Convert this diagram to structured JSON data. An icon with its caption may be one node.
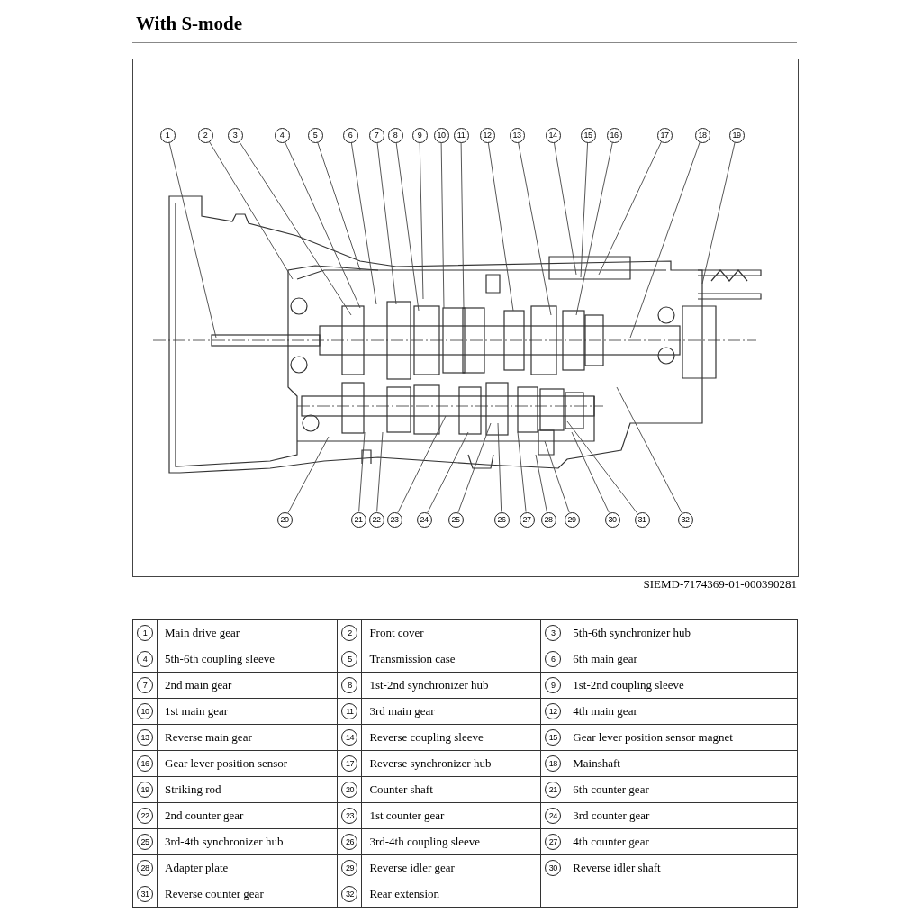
{
  "diagram": {
    "title": "With S-mode",
    "nodes": [
      {
        "text": [
          "1"
        ]
      },
      {
        "text": [
          "2"
        ]
      },
      {
        "text": [
          "3"
        ]
      },
      {
        "text": [
          "4"
        ]
      },
      {
        "text": [
          "5"
        ]
      },
      {
        "text": [
          "6"
        ]
      },
      {
        "text": [
          "7"
        ]
      },
      {
        "text": [
          "8"
        ]
      },
      {
        "text": [
          "9"
        ]
      },
      {
        "text": [
          "10"
        ]
      },
      {
        "text": [
          "11"
        ]
      },
      {
        "text": [
          "12"
        ]
      },
      {
        "text": [
          "13"
        ]
      },
      {
        "text": [
          "14"
        ]
      },
      {
        "text": [
          "15"
        ]
      },
      {
        "text": [
          "16"
        ]
      },
      {
        "text": [
          "17"
        ]
      },
      {
        "text": [
          "18"
        ]
      },
      {
        "text": [
          "19"
        ]
      },
      {
        "text": [
          "20"
        ]
      },
      {
        "text": [
          "21"
        ]
      },
      {
        "text": [
          "22"
        ]
      },
      {
        "text": [
          "23"
        ]
      },
      {
        "text": [
          "24"
        ]
      },
      {
        "text": [
          "25"
        ]
      },
      {
        "text": [
          "26"
        ]
      },
      {
        "text": [
          "27"
        ]
      },
      {
        "text": [
          "28"
        ]
      },
      {
        "text": [
          "29"
        ]
      },
      {
        "text": [
          "30"
        ]
      },
      {
        "text": [
          "31"
        ]
      },
      {
        "text": [
          "32"
        ]
      }
    ],
    "edges": [
      {
        "from": 0,
        "to": null,
        "arrow": "none"
      },
      {
        "from": 1,
        "to": null,
        "arrow": "none"
      },
      {
        "from": 2,
        "to": null,
        "arrow": "none"
      },
      {
        "from": 3,
        "to": null,
        "arrow": "none"
      },
      {
        "from": 4,
        "to": null,
        "arrow": "none"
      },
      {
        "from": 5,
        "to": null,
        "arrow": "none"
      },
      {
        "from": 6,
        "to": null,
        "arrow": "none"
      },
      {
        "from": 7,
        "to": null,
        "arrow": "none"
      },
      {
        "from": 8,
        "to": null,
        "arrow": "none"
      },
      {
        "from": 9,
        "to": null,
        "arrow": "none"
      },
      {
        "from": 10,
        "to": null,
        "arrow": "none"
      },
      {
        "from": 11,
        "to": null,
        "arrow": "none"
      },
      {
        "from": 12,
        "to": null,
        "arrow": "none"
      },
      {
        "from": 13,
        "to": null,
        "arrow": "none"
      },
      {
        "from": 14,
        "to": null,
        "arrow": "none"
      },
      {
        "from": 15,
        "to": null,
        "arrow": "none"
      },
      {
        "from": 16,
        "to": null,
        "arrow": "none"
      },
      {
        "from": 17,
        "to": null,
        "arrow": "none"
      },
      {
        "from": 18,
        "to": null,
        "arrow": "none"
      },
      {
        "from": 19,
        "to": null,
        "arrow": "none"
      },
      {
        "from": 20,
        "to": null,
        "arrow": "none"
      },
      {
        "from": 21,
        "to": null,
        "arrow": "none"
      },
      {
        "from": 22,
        "to": null,
        "arrow": "none"
      },
      {
        "from": 23,
        "to": null,
        "arrow": "none"
      },
      {
        "from": 24,
        "to": null,
        "arrow": "none"
      },
      {
        "from": 25,
        "to": null,
        "arrow": "none"
      },
      {
        "from": 26,
        "to": null,
        "arrow": "none"
      },
      {
        "from": 27,
        "to": null,
        "arrow": "none"
      },
      {
        "from": 28,
        "to": null,
        "arrow": "none"
      },
      {
        "from": 29,
        "to": null,
        "arrow": "none"
      },
      {
        "from": 30,
        "to": null,
        "arrow": "none"
      },
      {
        "from": 31,
        "to": null,
        "arrow": "none"
      }
    ],
    "labels": [
      "SIEMD-7174369-01-000390281",
      "1",
      "Main drive gear",
      "2",
      "Front cover",
      "3",
      "5th-6th synchronizer hub",
      "4",
      "5th-6th coupling sleeve",
      "5",
      "Transmission case",
      "6",
      "6th main gear",
      "7",
      "2nd main gear",
      "8",
      "1st-2nd synchronizer hub",
      "9",
      "1st-2nd coupling sleeve",
      "10",
      "1st main gear",
      "11",
      "3rd main gear",
      "12",
      "4th main gear",
      "13",
      "Reverse main gear",
      "14",
      "Reverse coupling sleeve",
      "15",
      "Gear lever position sensor magnet",
      "16",
      "Gear lever position sensor",
      "17",
      "Reverse synchronizer hub",
      "18",
      "Mainshaft",
      "19",
      "Striking rod",
      "20",
      "Counter shaft",
      "21",
      "6th counter gear",
      "22",
      "2nd counter gear",
      "23",
      "1st counter gear",
      "24",
      "3rd counter gear",
      "25",
      "3rd-4th synchronizer hub",
      "26",
      "3rd-4th coupling sleeve",
      "27",
      "4th counter gear",
      "28",
      "Adapter plate",
      "29",
      "Reverse idler gear",
      "30",
      "Reverse idler shaft",
      "31",
      "Reverse counter gear",
      "32",
      "Rear extension"
    ]
  }
}
